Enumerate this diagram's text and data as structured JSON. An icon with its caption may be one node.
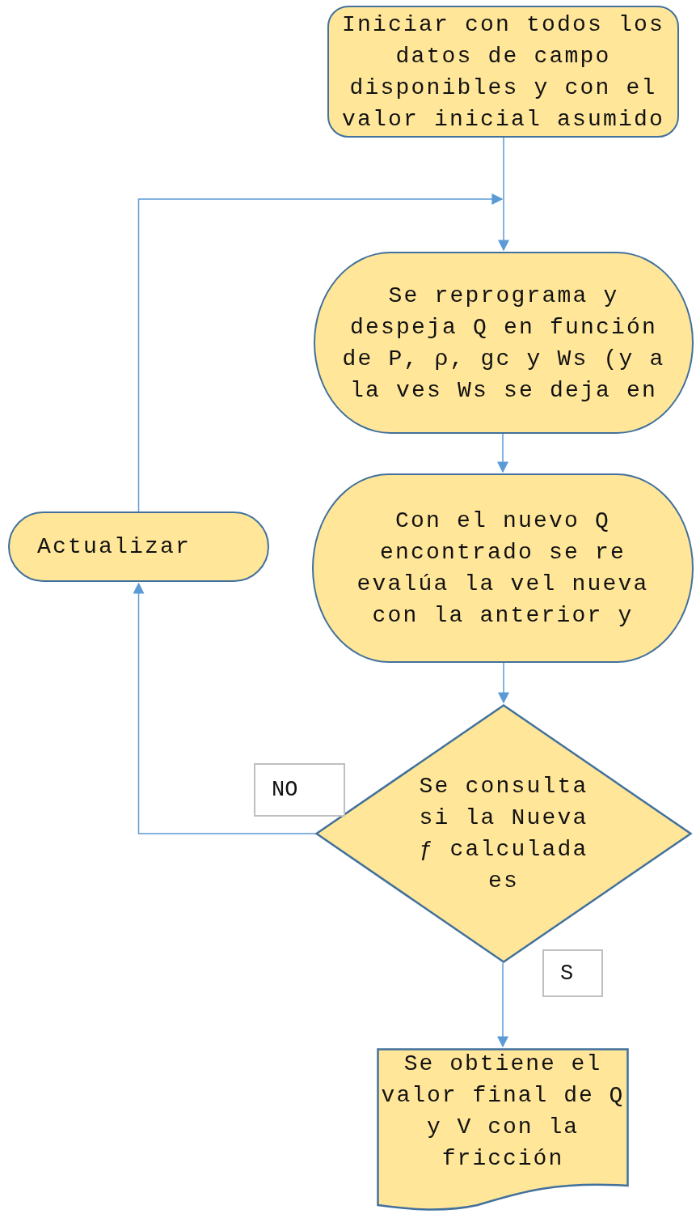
{
  "diagram": {
    "nodes": [
      {
        "text": [
          "Iniciar con todos los datos de campo disponibles y con el valor inicial asumido"
        ]
      },
      {
        "text": [
          "Se reprograma y despeja Q en función de P, ρ, gc y Ws (y a la ves Ws se deja en"
        ]
      },
      {
        "text": [
          "Con el nuevo Q encontrado se re evalúa la vel nueva con la anterior y"
        ]
      },
      {
        "text": [
          "Se consulta si la Nueva ƒ calculada es"
        ]
      },
      {
        "text": [
          "Se obtiene el valor final de Q y V con la fricción"
        ]
      },
      {
        "text": [
          "Actualizar"
        ]
      }
    ],
    "edges": [
      {
        "from": 0,
        "to": 1,
        "arrow": "to"
      },
      {
        "from": 5,
        "to": 1,
        "arrow": "to"
      },
      {
        "from": 1,
        "to": 2,
        "arrow": "to"
      },
      {
        "from": 2,
        "to": 3,
        "arrow": "to"
      },
      {
        "from": 3,
        "to": 4,
        "arrow": "to",
        "label": "S"
      },
      {
        "from": 3,
        "to": 5,
        "arrow": "to",
        "label": "NO"
      }
    ]
  }
}
